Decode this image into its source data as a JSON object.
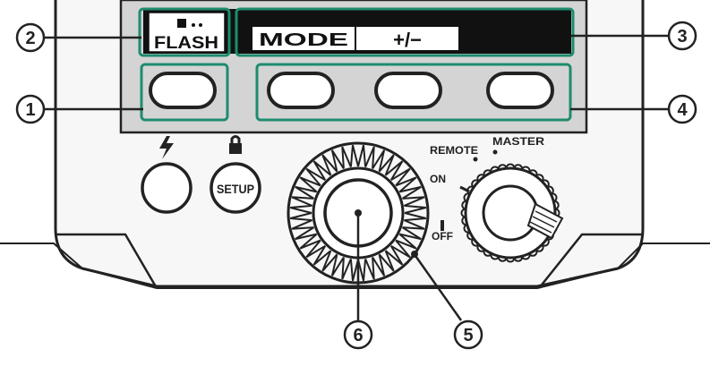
{
  "colors": {
    "callout": "#1e8c6e",
    "body_dark": "#222222",
    "panel_grey": "#cfcfcf",
    "screen_black": "#111111",
    "screen_text": "#ffffff"
  },
  "lcd": {
    "flash_label": "FLASH",
    "mode_label": "MODE",
    "plusminus_label": "+/−"
  },
  "body_labels": {
    "setup": "SETUP",
    "remote": "REMOTE",
    "master": "MASTER",
    "on": "ON",
    "off": "OFF"
  },
  "callouts": [
    "1",
    "2",
    "3",
    "4",
    "5",
    "6"
  ],
  "icons": {
    "flash": "lightning-bolt-icon",
    "lock": "padlock-icon",
    "flash_mode": "flash-mode-icon"
  }
}
